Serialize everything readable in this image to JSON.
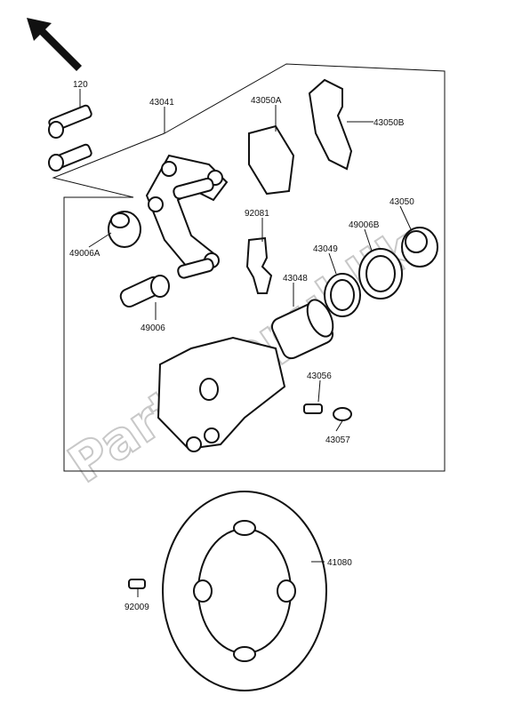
{
  "watermark": "PartsRepublik",
  "part_numbers": {
    "bolt": "120",
    "bracket": "43041",
    "pad_a": "43050A",
    "pad_b": "43050B",
    "spring": "92081",
    "boot_a": "49006A",
    "pin": "49006",
    "piston": "43048",
    "seal": "43049",
    "dust_seal": "49006B",
    "cap": "43050",
    "bleeder": "43056",
    "bleeder_cap": "43057",
    "disc": "41080",
    "disc_bolt": "92009"
  }
}
